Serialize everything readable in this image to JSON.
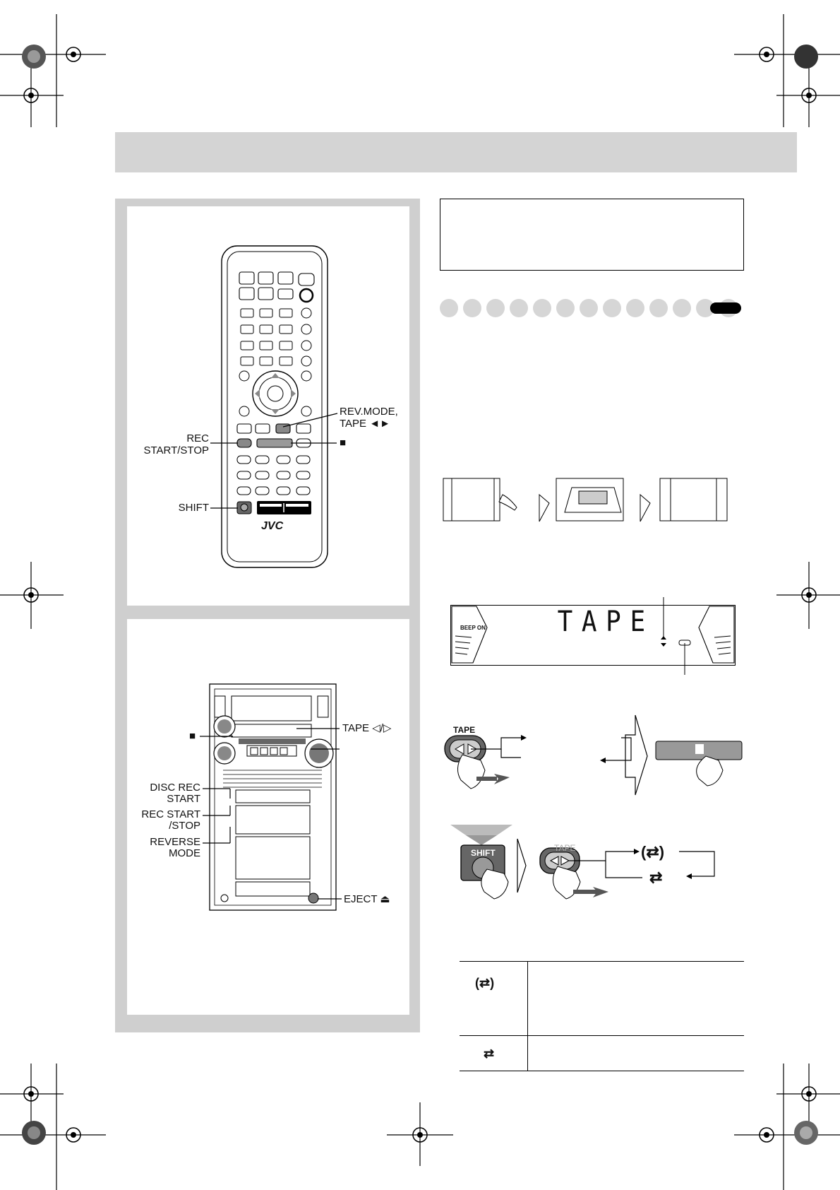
{
  "remote": {
    "brand": "JVC",
    "callouts": {
      "rev_mode_line1": "REV.MODE,",
      "rev_mode_line2": "TAPE ◄►",
      "rec_line1": "REC",
      "rec_line2": "START/STOP",
      "stop": "■",
      "shift": "SHIFT"
    }
  },
  "unit": {
    "callouts": {
      "stop": "■",
      "tape": "TAPE ◁/▷",
      "disc_rec_line1": "DISC REC",
      "disc_rec_line2": "START",
      "rec_start_line1": "REC START",
      "rec_start_line2": "/STOP",
      "reverse_line1": "REVERSE",
      "reverse_line2": "MODE",
      "eject": "EJECT ⏏"
    }
  },
  "display": {
    "text": "TAPE",
    "beep_label": "BEEP ON"
  },
  "steps": {
    "tape_button": "TAPE",
    "shift_button": "SHIFT",
    "tape_button_faded": "TAPE"
  },
  "reverse_table": {
    "rows": [
      {
        "symbol": "(⇄)"
      },
      {
        "symbol": "⇄"
      }
    ]
  },
  "colors": {
    "header_bar": "#d4d4d4",
    "panel_gray": "#cfcfcf",
    "dot_gray": "#d6d6d6",
    "dark_button": "#5a5a5a"
  }
}
